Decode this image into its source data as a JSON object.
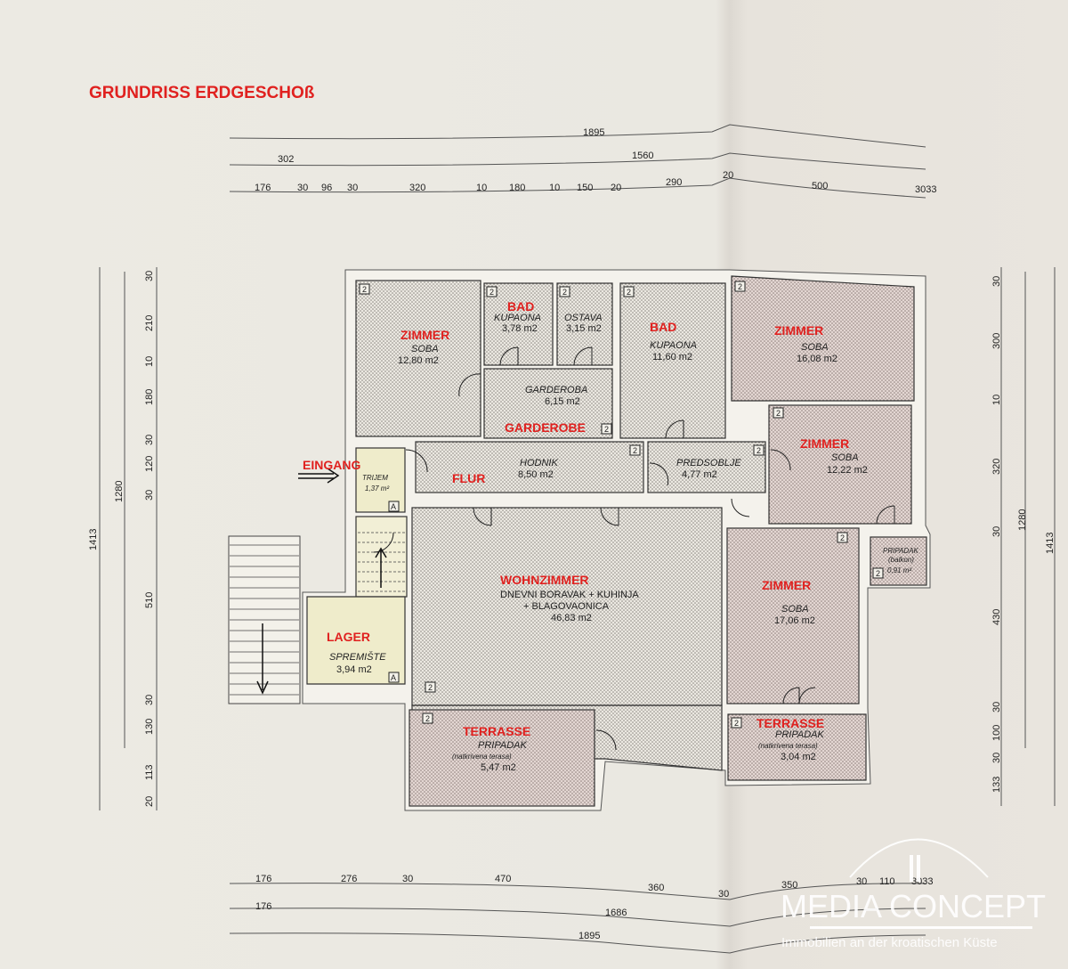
{
  "title": "GRUNDRISS  ERDGESCHOß",
  "dimensions": {
    "top": {
      "row1": [
        "1895"
      ],
      "row2": [
        "302",
        "1560"
      ],
      "row3": [
        "176",
        "30",
        "96",
        "30",
        "320",
        "10",
        "180",
        "10",
        "150",
        "20",
        "290",
        "20",
        "500",
        "3033"
      ]
    },
    "bottom": {
      "row1": [
        "176",
        "276",
        "30",
        "470",
        "360",
        "30",
        "350",
        "30",
        "110",
        "3033"
      ],
      "row2": [
        "176",
        "1686"
      ],
      "row3": [
        "1895"
      ]
    },
    "left": {
      "outer": "1413",
      "middle": "1280",
      "inner": [
        "30",
        "210",
        "10",
        "180",
        "30",
        "120",
        "30",
        "510",
        "30",
        "130",
        "113",
        "20"
      ]
    },
    "right": {
      "inner": [
        "30",
        "300",
        "10",
        "320",
        "30",
        "430",
        "30",
        "100",
        "30",
        "133"
      ],
      "middle": "1280",
      "outer": "1413"
    }
  },
  "rooms": {
    "zimmer1": {
      "label_de": "ZIMMER",
      "label_hr": "SOBA",
      "area": "12,80 m2"
    },
    "bad1": {
      "label_de": "BAD",
      "label_hr": "KUPAONA",
      "area": "3,78 m2"
    },
    "ostava": {
      "label_hr": "OSTAVA",
      "area": "3,15 m2"
    },
    "bad2": {
      "label_de": "BAD",
      "label_hr": "KUPAONA",
      "area": "11,60 m2"
    },
    "garderobe": {
      "label_de": "GARDEROBE",
      "label_hr": "GARDEROBA",
      "area": "6,15 m2"
    },
    "zimmer2": {
      "label_de": "ZIMMER",
      "label_hr": "SOBA",
      "area": "16,08 m2"
    },
    "zimmer3": {
      "label_de": "ZIMMER",
      "label_hr": "SOBA",
      "area": "12,22 m2"
    },
    "flur": {
      "label_de": "FLUR",
      "label_hr": "HODNIK",
      "area": "8,50 m2"
    },
    "predsoblje": {
      "label_hr": "PREDSOBLJE",
      "area": "4,77 m2"
    },
    "trijem": {
      "label_hr": "TRIJEM",
      "area": "1,37 m²"
    },
    "wohnzimmer": {
      "label_de": "WOHNZIMMER",
      "line1": "DNEVNI BORAVAK + KUHINJA",
      "line2": "+ BLAGOVAONICA",
      "area": "46,83 m2"
    },
    "zimmer4": {
      "label_de": "ZIMMER",
      "label_hr": "SOBA",
      "area": "17,06 m2"
    },
    "balkon": {
      "label_hr": "PRIPADAK",
      "note": "(balkon)",
      "area": "0,91 m²"
    },
    "lager": {
      "label_de": "LAGER",
      "label_hr": "SPREMIŠTE",
      "area": "3,94 m2"
    },
    "terrasse1": {
      "label_de": "TERRASSE",
      "label_hr": "PRIPADAK",
      "note": "(natkrivena terasa)",
      "area": "5,47 m2"
    },
    "terrasse2": {
      "label_de": "TERRASSE",
      "label_hr": "PRIPADAK",
      "note": "(natkrivena terasa)",
      "area": "3,04 m2"
    }
  },
  "eingang": "EINGANG",
  "room_tag": "2",
  "stair_tag": "A",
  "watermark": {
    "brand": "MEDIA CONCEPT",
    "tagline": "Immobilien an der kroatischen Küste"
  },
  "colors": {
    "label_red": "#e0211f",
    "paper": "#ebe9e2"
  }
}
